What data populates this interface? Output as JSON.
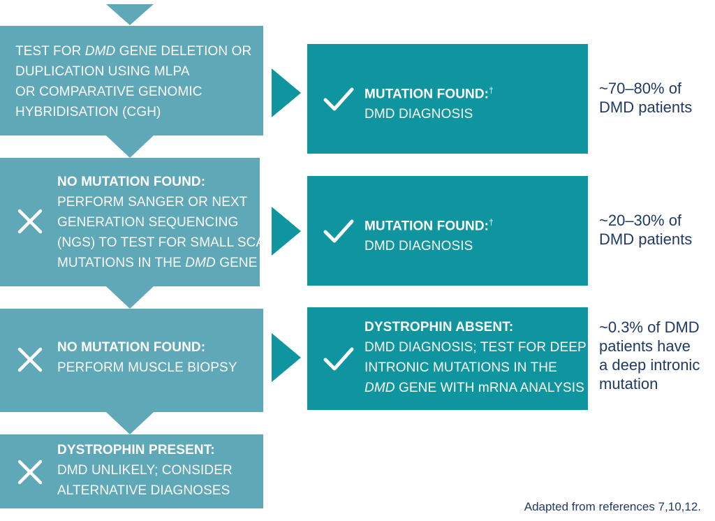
{
  "step1": {
    "lines": [
      "TEST FOR",
      "DMD",
      "GENE DELETION OR",
      "DUPLICATION USING MLPA",
      "OR COMPARATIVE GENOMIC",
      "HYBRIDISATION (CGH)"
    ]
  },
  "step2": {
    "heading": "NO MUTATION FOUND:",
    "lines": [
      "PERFORM SANGER OR NEXT",
      "GENERATION SEQUENCING",
      "(NGS) TO TEST FOR SMALL SCALE",
      "MUTATIONS IN THE",
      "DMD",
      "GENE"
    ],
    "icon": "x-icon"
  },
  "step3": {
    "heading": "NO MUTATION FOUND:",
    "line": "PERFORM MUSCLE BIOPSY",
    "icon": "x-icon"
  },
  "step4": {
    "heading": "DYSTROPHIN PRESENT:",
    "lines": [
      "DMD UNLIKELY; CONSIDER",
      "ALTERNATIVE DIAGNOSES"
    ],
    "icon": "x-icon"
  },
  "result1": {
    "heading": "MUTATION FOUND:",
    "dagger": "†",
    "line": "DMD DIAGNOSIS",
    "icon": "check-icon",
    "pct": [
      "~70–80% of",
      "DMD patients"
    ]
  },
  "result2": {
    "heading": "MUTATION FOUND:",
    "dagger": "†",
    "line": "DMD DIAGNOSIS",
    "icon": "check-icon",
    "pct": [
      "~20–30% of",
      "DMD patients"
    ]
  },
  "result3": {
    "heading": "DYSTROPHIN ABSENT:",
    "lines": [
      "DMD DIAGNOSIS; TEST FOR DEEP",
      "INTRONIC MUTATIONS IN THE",
      "DMD",
      "GENE WITH mRNA ANALYSIS"
    ],
    "icon": "check-icon",
    "pct": [
      "~0.3% of DMD",
      "patients have",
      "a deep intronic",
      "mutation"
    ]
  },
  "footer": "Adapted from references 7,10,12.",
  "colors": {
    "left_box": "#5ea8b8",
    "right_box": "#0e95a0",
    "arrow": "#0e95a0",
    "text_dark": "#1f3a66"
  }
}
